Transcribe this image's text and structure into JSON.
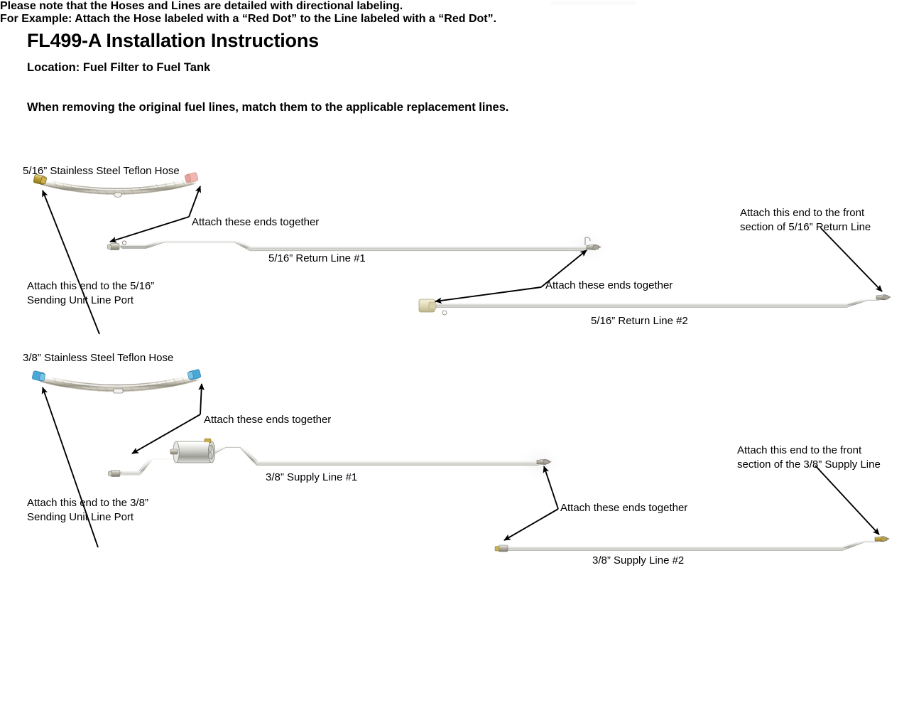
{
  "document": {
    "title": "FL499-A Installation Instructions",
    "location": "Location: Fuel Filter to Fuel Tank",
    "match_instruction": "When removing the original fuel lines, match them to the applicable replacement lines."
  },
  "sections": {
    "five_sixteenth": {
      "hose_label": "5/16” Stainless Steel Teflon Hose",
      "hose_left_fitting_color": "#b99a28",
      "hose_right_fitting_color": "#f0b6b0",
      "hose_attach_left": "Attach this end to the 5/16”\nSending Unit Line Port",
      "attach_hose_to_line": "Attach these ends together",
      "line1_label": "5/16” Return Line #1",
      "attach_line1_to_line2": "Attach these ends together",
      "line2_label": "5/16” Return Line #2",
      "attach_front": "Attach this end to the front\nsection of 5/16” Return Line"
    },
    "three_eighths": {
      "hose_label": "3/8” Stainless Steel Teflon Hose",
      "hose_left_fitting_color": "#4aa8d8",
      "hose_right_fitting_color": "#4aa8d8",
      "hose_attach_left": "Attach this end to the 3/8”\nSending Unit Line Port",
      "attach_hose_to_line": "Attach these ends together",
      "line1_label": "3/8” Supply Line #1",
      "attach_line1_to_line2": "Attach these ends together",
      "line2_label": "3/8” Supply Line #2",
      "attach_front": "Attach this end to the front\nsection of the 3/8” Supply Line"
    }
  },
  "footer": {
    "note_line_1": "Please note that the Hoses and Lines are detailed with directional labeling.",
    "note_line_2": "For Example: Attach the Hose labeled with a “Red Dot” to the Line labeled with a “Red Dot”."
  },
  "colors": {
    "steel_light": "#e2e2e0",
    "steel_mid": "#b9b9b5",
    "steel_dark": "#8d8d88",
    "brass": "#b99a28",
    "pale_brass": "#ded9b8",
    "red_dot": "#f0b6b0",
    "blue_dot": "#4aa8d8",
    "text": "#000000"
  }
}
